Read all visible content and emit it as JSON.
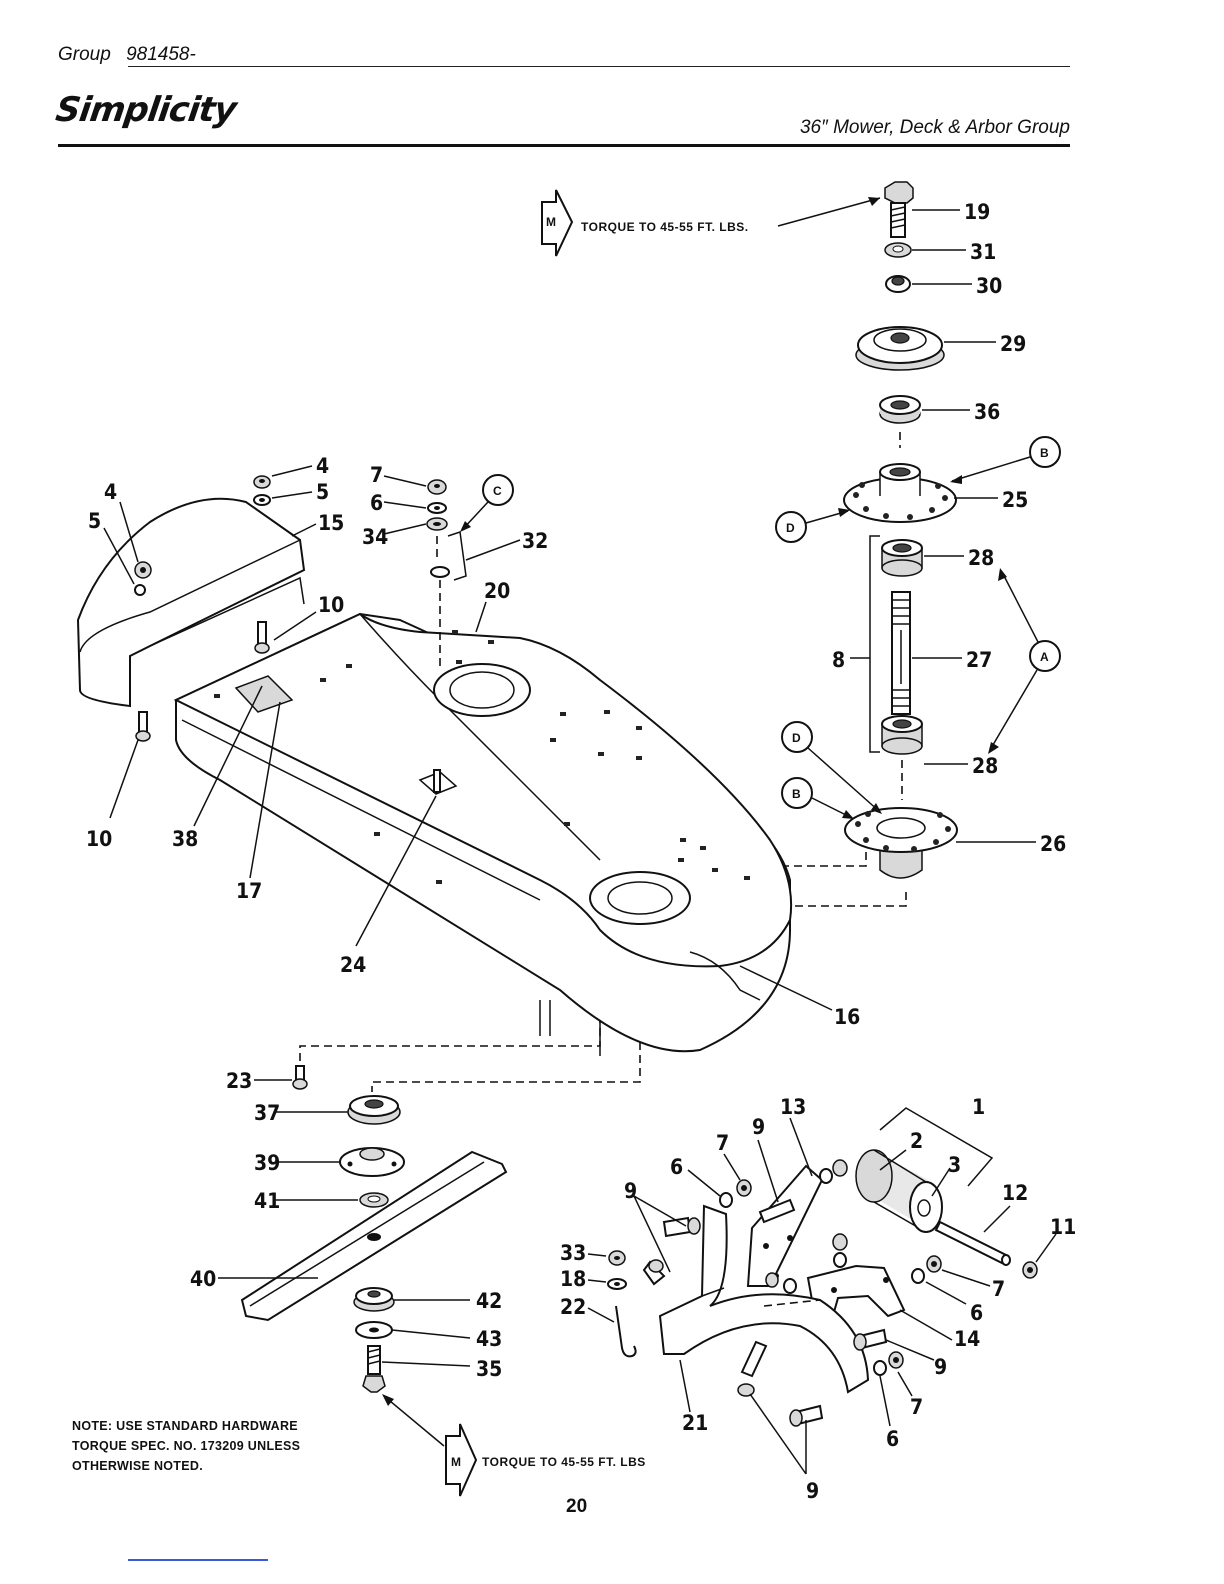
{
  "header": {
    "group_label": "Group",
    "group_number": "981458-",
    "brand": "Simplicity",
    "title": "36″ Mower, Deck & Arbor Group"
  },
  "torque_notes": {
    "top": "TORQUE TO 45-55 FT. LBS.",
    "bottom": "TORQUE TO 45-55 FT. LBS",
    "badge": "M"
  },
  "note_lines": [
    "NOTE: USE STANDARD HARDWARE",
    "TORQUE SPEC. NO. 173209 UNLESS",
    "OTHERWISE NOTED."
  ],
  "page_number": "20",
  "callouts": {
    "A": "A",
    "B": "B",
    "C": "C",
    "D": "D"
  },
  "part_labels": {
    "l19": "19",
    "l31": "31",
    "l30": "30",
    "l29": "29",
    "l36": "36",
    "l25": "25",
    "l28a": "28",
    "l28b": "28",
    "l27": "27",
    "l8": "8",
    "l26": "26",
    "l4a": "4",
    "l5a": "5",
    "l15": "15",
    "l4b": "4",
    "l5b": "5",
    "l10a": "10",
    "l10b": "10",
    "l7a": "7",
    "l6a": "6",
    "l34": "34",
    "l32": "32",
    "l20": "20",
    "l38": "38",
    "l17": "17",
    "l24": "24",
    "l16": "16",
    "l23": "23",
    "l37": "37",
    "l39": "39",
    "l41": "41",
    "l40": "40",
    "l42": "42",
    "l43": "43",
    "l35": "35",
    "l1": "1",
    "l2": "2",
    "l3": "3",
    "l13": "13",
    "l9a": "9",
    "l7b": "7",
    "l6b": "6",
    "l9b": "9",
    "l12": "12",
    "l11": "11",
    "l33": "33",
    "l18": "18",
    "l22": "22",
    "l7c": "7",
    "l6c": "6",
    "l14": "14",
    "l9c": "9",
    "l7d": "7",
    "l6d": "6",
    "l21": "21",
    "l9d": "9"
  }
}
